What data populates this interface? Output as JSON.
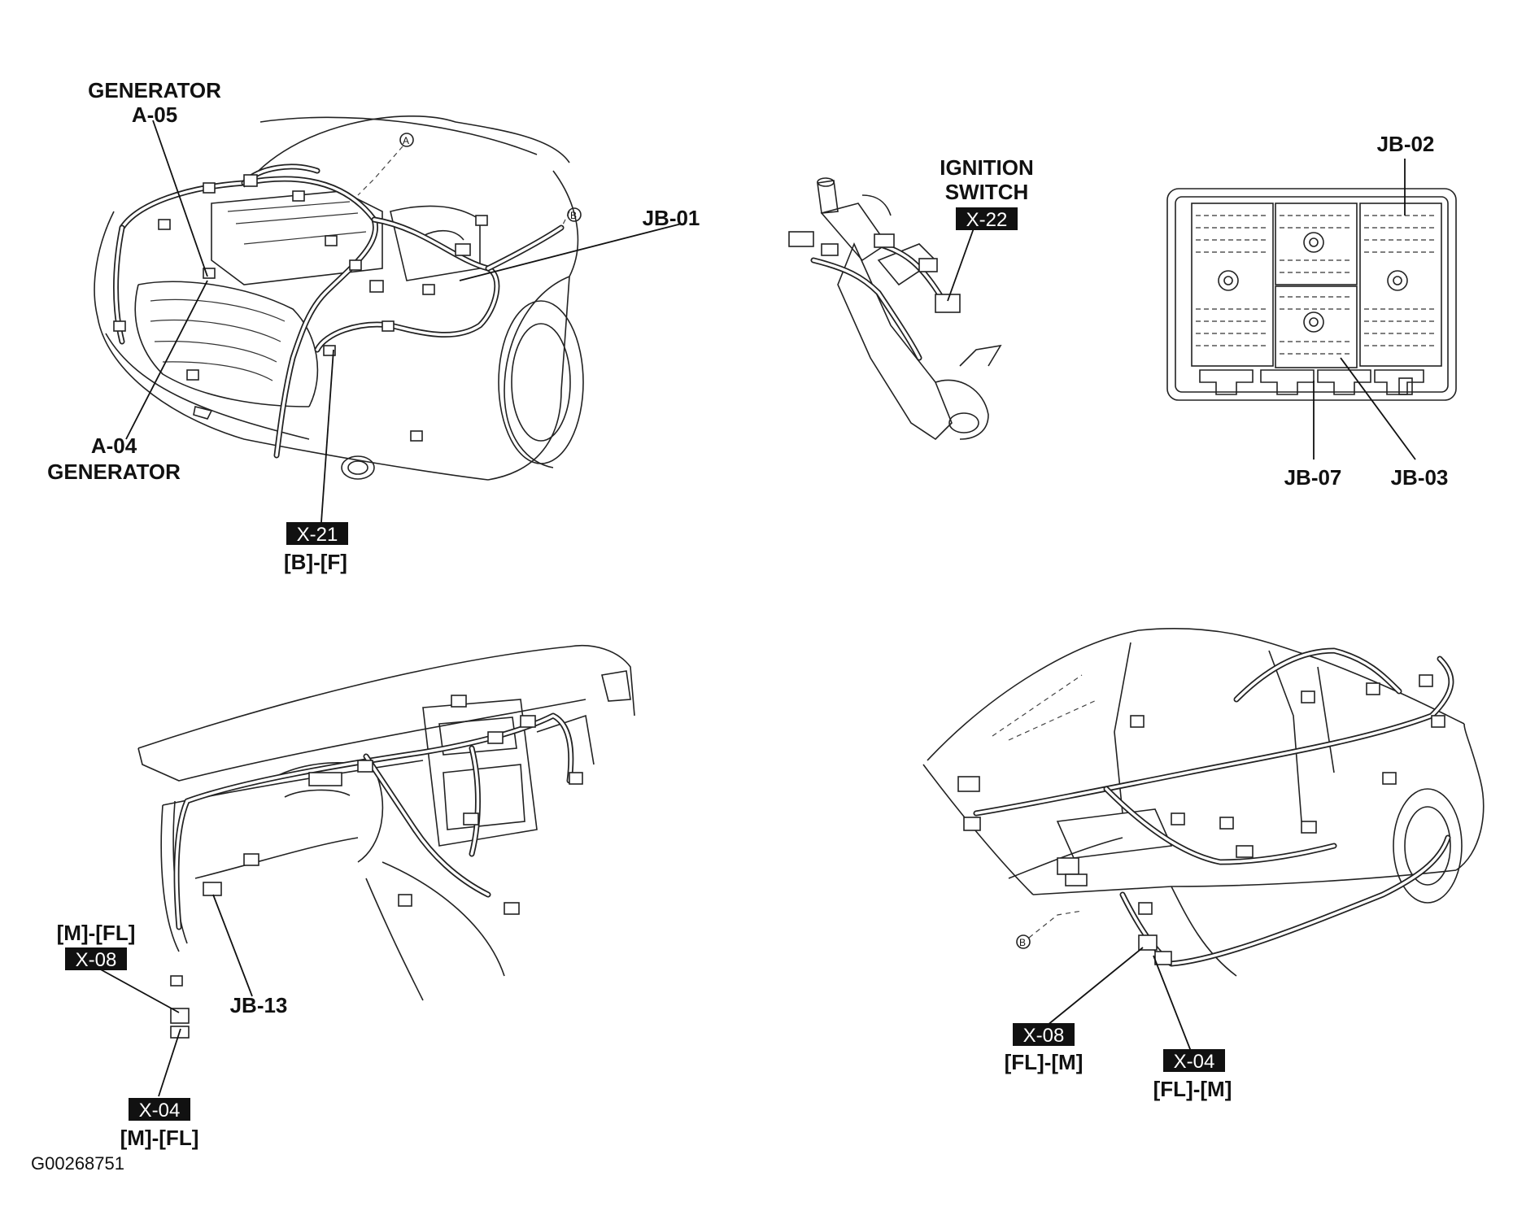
{
  "figure_id": "G00268751",
  "labels": {
    "generator_a05": [
      "GENERATOR",
      "A-05"
    ],
    "jb01": "JB-01",
    "generator_a04": [
      "A-04",
      "GENERATOR"
    ],
    "x21_tag": "X-21",
    "x21_sub": "[B]-[F]",
    "ignition_switch": [
      "IGNITION",
      "SWITCH"
    ],
    "x22_tag": "X-22",
    "jb02": "JB-02",
    "jb07": "JB-07",
    "jb03": "JB-03",
    "m_fl_upper": "[M]-[FL]",
    "x08_left_tag": "X-08",
    "jb13": "JB-13",
    "x04_left_tag": "X-04",
    "m_fl_lower": "[M]-[FL]",
    "x08_right_tag": "X-08",
    "x08_right_sub": "[FL]-[M]",
    "x04_right_tag": "X-04",
    "x04_right_sub": "[FL]-[M]",
    "marker_a": "A",
    "marker_b": "B"
  }
}
